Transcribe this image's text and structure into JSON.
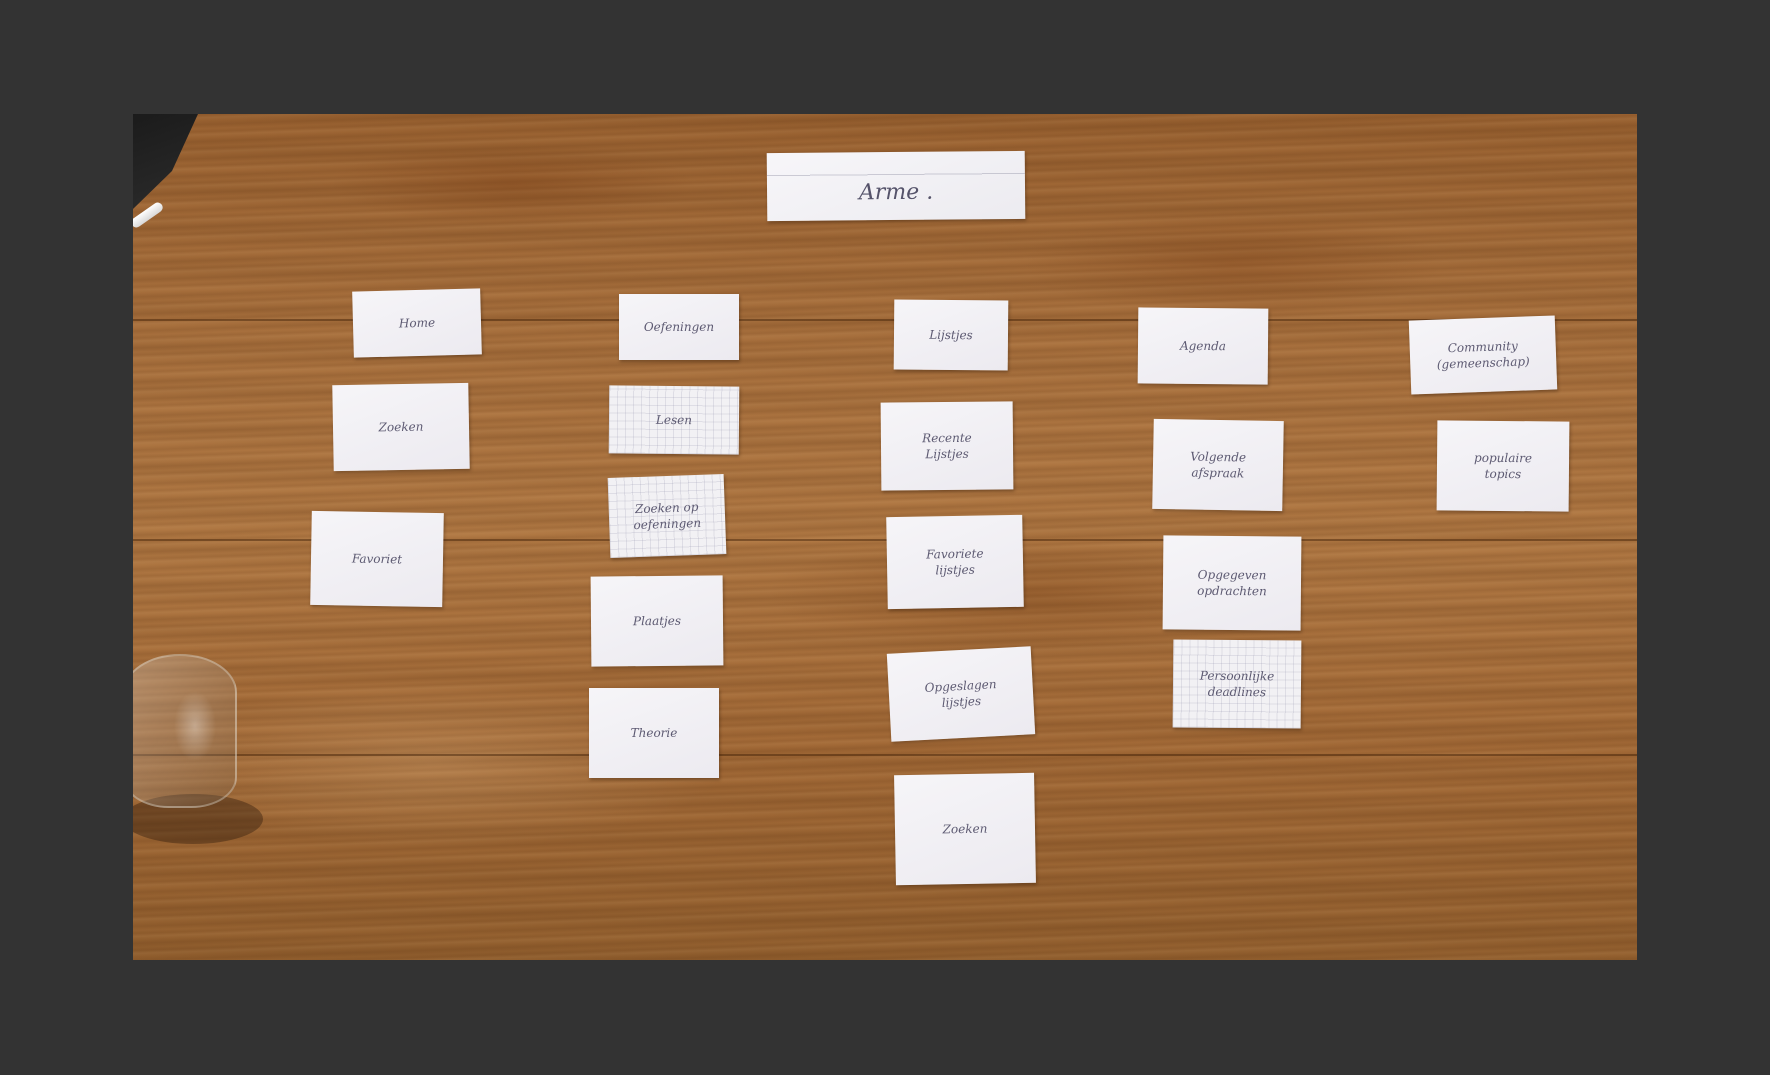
{
  "title_card": {
    "label": "Arme ."
  },
  "columns": [
    {
      "cards": [
        {
          "label": "Home"
        },
        {
          "label": "Zoeken"
        },
        {
          "label": "Favoriet"
        }
      ]
    },
    {
      "cards": [
        {
          "label": "Oefeningen"
        },
        {
          "label": "Lesen"
        },
        {
          "label": "Zoeken op\noefeningen"
        },
        {
          "label": "Plaatjes"
        },
        {
          "label": "Theorie"
        }
      ]
    },
    {
      "cards": [
        {
          "label": "Lijstjes"
        },
        {
          "label": "Recente\nLijstjes"
        },
        {
          "label": "Favoriete\nlijstjes"
        },
        {
          "label": "Opgeslagen\nlijstjes"
        },
        {
          "label": "Zoeken"
        }
      ]
    },
    {
      "cards": [
        {
          "label": "Agenda"
        },
        {
          "label": "Volgende\nafspraak"
        },
        {
          "label": "Opgegeven\nopdrachten"
        },
        {
          "label": "Persoonlijke\ndeadlines"
        }
      ]
    },
    {
      "cards": [
        {
          "label": "Community\n(gemeenschap)"
        },
        {
          "label": "populaire\ntopics"
        }
      ]
    }
  ],
  "colors": {
    "background": "#333333",
    "table_wood": "#a8703d",
    "card_paper": "#f2f1f5",
    "ink": "#5d5a72"
  }
}
